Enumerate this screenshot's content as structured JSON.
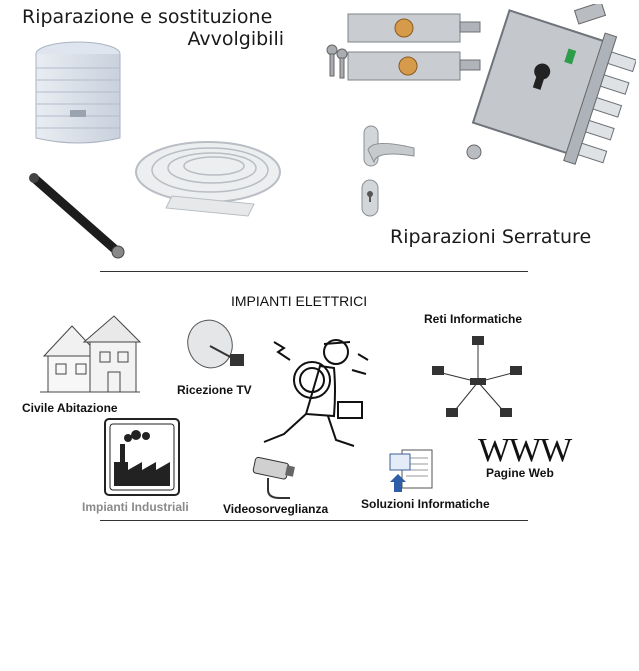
{
  "header": {
    "title_line1": "Riparazione e sostituzione",
    "title_line2": "Avvolgibili",
    "locks_title": "Riparazioni Serrature"
  },
  "electric": {
    "heading": "IMPIANTI ELETTRICI",
    "items": [
      {
        "label": "Civile Abitazione",
        "icon": "house-icon"
      },
      {
        "label": "Ricezione TV",
        "icon": "satellite-dish-icon"
      },
      {
        "label": "Reti Informatiche",
        "icon": "network-icon"
      },
      {
        "label": "Impianti Industriali",
        "icon": "factory-icon"
      },
      {
        "label": "Videosorveglianza",
        "icon": "camera-icon"
      },
      {
        "label": "Soluzioni Informatiche",
        "icon": "document-icon"
      },
      {
        "label": "Pagine Web",
        "icon": "www-icon"
      }
    ],
    "www_text": "WWW"
  },
  "colors": {
    "text": "#1a1a1a",
    "metal": "#c9ccd0",
    "brass": "#d69b4a",
    "industrial_label": "#8a8a8a"
  }
}
